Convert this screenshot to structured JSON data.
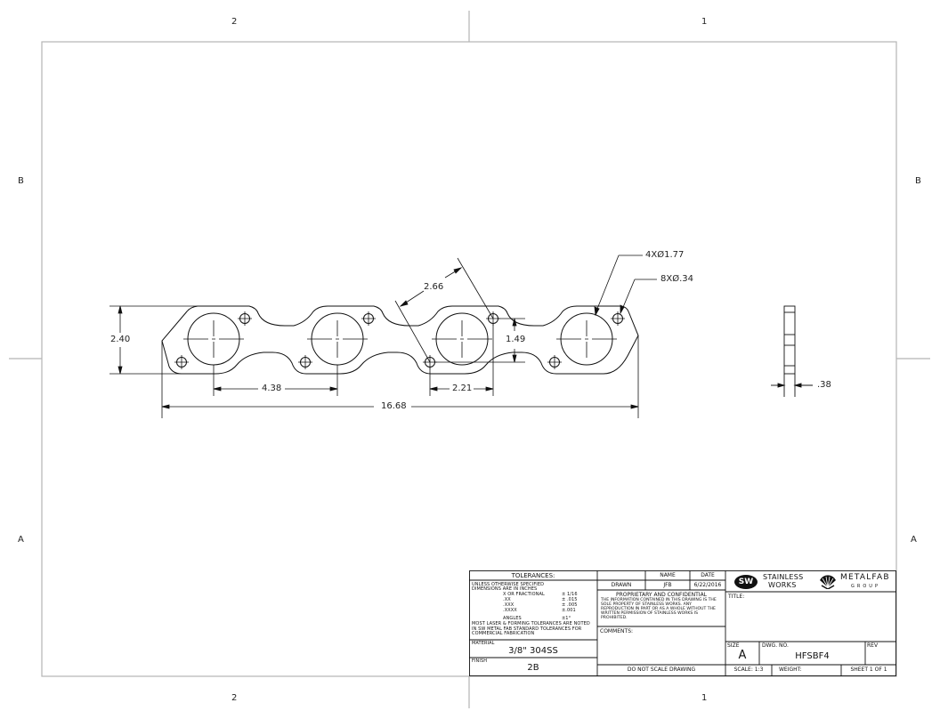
{
  "sheet": {
    "zones": {
      "top": [
        "2",
        "1"
      ],
      "bottom": [
        "2",
        "1"
      ],
      "left": [
        "B",
        "A"
      ],
      "right": [
        "B",
        "A"
      ]
    },
    "frame_color": "#b4b4b4",
    "line_color": "#111111"
  },
  "drawing": {
    "front_view": {
      "dimensions": {
        "overall_height": "2.40",
        "port_spacing": "4.38",
        "bolt_spacing_x": "2.21",
        "overall_length": "16.68",
        "bolt_diagonal": "2.66",
        "bolt_spacing_y": "1.49"
      },
      "callouts": {
        "port_holes": "4XØ1.77",
        "bolt_holes": "8XØ.34"
      },
      "port_count": 4,
      "bolt_hole_count": 8
    },
    "side_view": {
      "thickness": ".38"
    }
  },
  "title_block": {
    "tolerances": {
      "header": "TOLERANCES:",
      "line1": "UNLESS OTHERWISE SPECIFIED",
      "line2": "DIMENSIONS ARE IN INCHES",
      "rows": [
        {
          "label": "X OR FRACTIONAL",
          "value": "± 1/16"
        },
        {
          "label": ".XX",
          "value": "± .015"
        },
        {
          "label": ".XXX",
          "value": "± .005"
        },
        {
          "label": ".XXXX",
          "value": "±.001"
        },
        {
          "label": "ANGLES",
          "value": "±1°"
        }
      ],
      "note": "MOST LASER & FORMING TOLERANCES ARE NOTED IN SW METAL FAB STANDARD TOLERANCES FOR COMMERCIAL FABRICATION"
    },
    "material": {
      "label": "MATERIAL",
      "value": "3/8\" 304SS"
    },
    "finish": {
      "label": "FINISH",
      "value": "2B"
    },
    "approval": {
      "col_name": "NAME",
      "col_date": "DATE",
      "row_label": "DRAWN",
      "name": "JFB",
      "date": "6/22/2016"
    },
    "proprietary": {
      "header": "PROPRIETARY AND CONFIDENTIAL",
      "body": "THE INFORMATION CONTAINED IN THIS DRAWING IS THE SOLE PROPERTY OF STAINLESS WORKS. ANY REPRODUCTION IN PART OR AS A WHOLE WITHOUT THE WRITTEN PERMISSION OF STAINLESS WORKS IS PROHIBITED."
    },
    "comments_label": "COMMENTS:",
    "do_not_scale": "DO NOT SCALE DRAWING",
    "logos": {
      "sw_badge": "SW",
      "sw_line1": "STAINLESS",
      "sw_line2": "WORKS",
      "mf_line1": "METALFAB",
      "mf_line2": "GROUP"
    },
    "title_label": "TITLE:",
    "title_value": "",
    "size_label": "SIZE",
    "size_value": "A",
    "dwg_label": "DWG. NO.",
    "dwg_value": "HFSBF4",
    "rev_label": "REV",
    "rev_value": "",
    "scale": "SCALE: 1:3",
    "weight": "WEIGHT:",
    "sheet": "SHEET 1 OF 1"
  }
}
